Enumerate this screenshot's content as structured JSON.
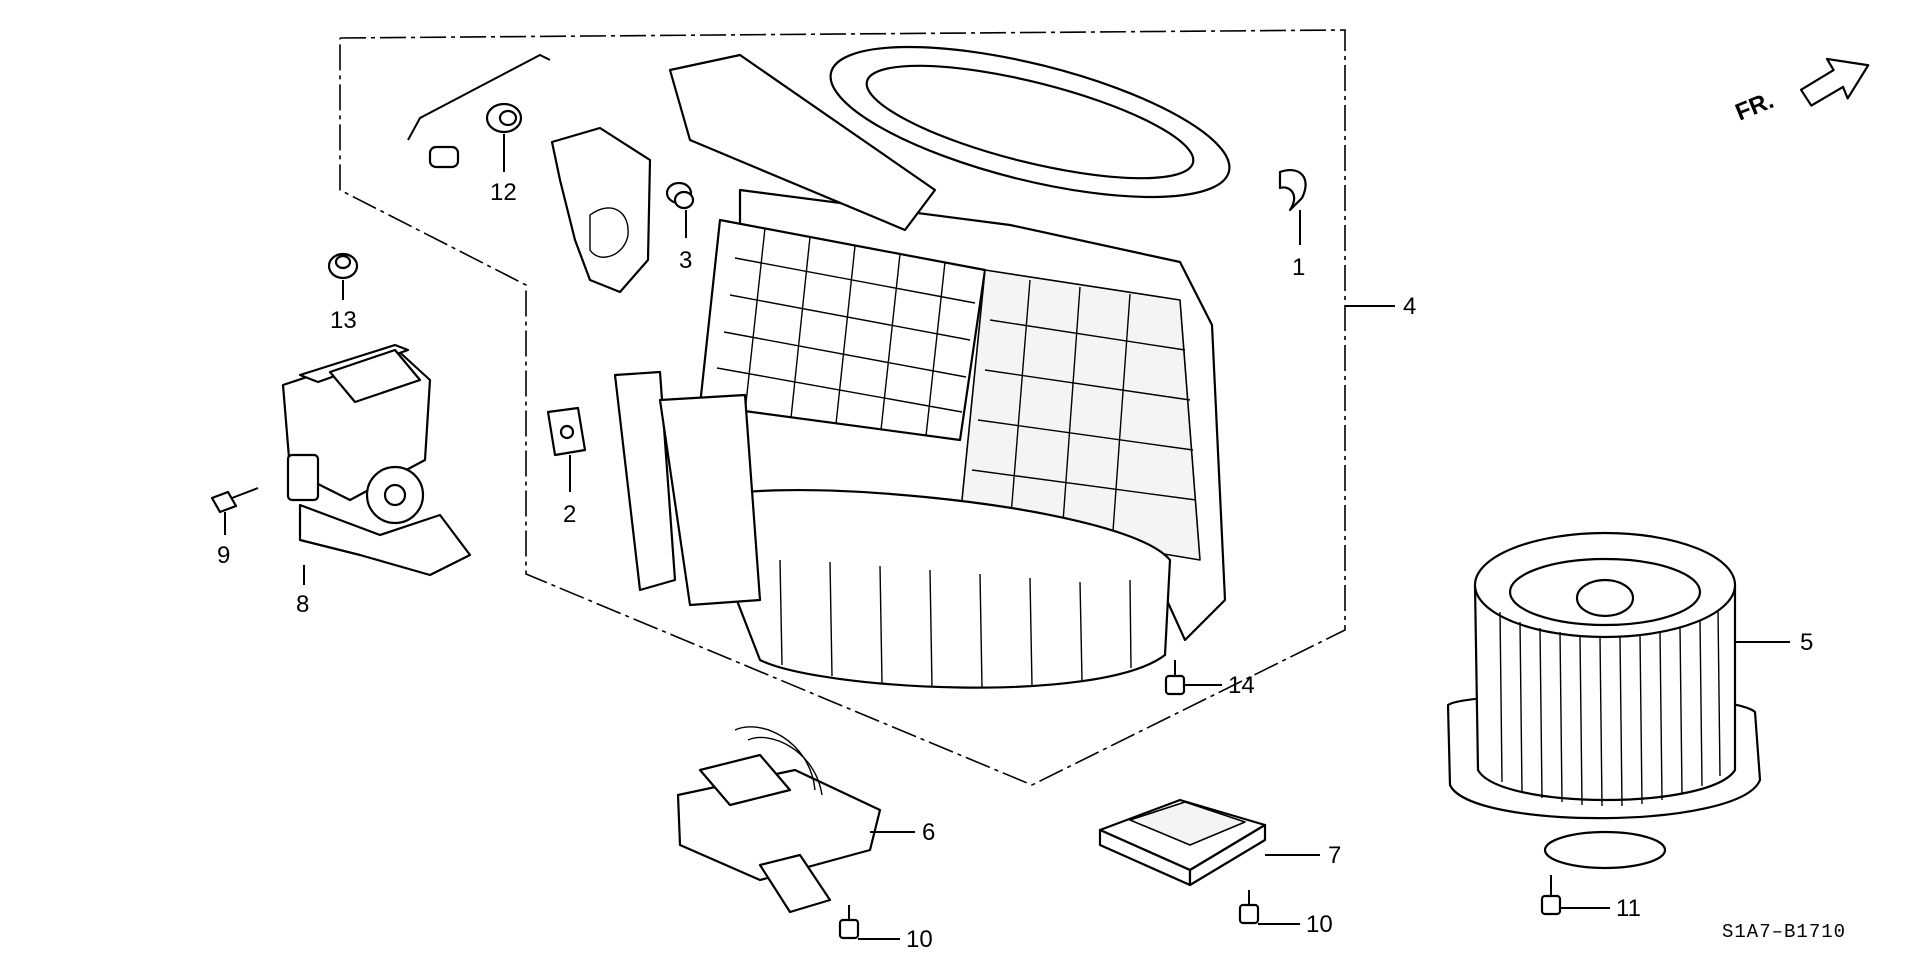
{
  "direction_indicator": {
    "label": "FR."
  },
  "diagram_code": "S1A7–B1710",
  "callouts": {
    "c1": "1",
    "c2": "2",
    "c3": "3",
    "c4": "4",
    "c5": "5",
    "c6": "6",
    "c7": "7",
    "c8": "8",
    "c9": "9",
    "c10a": "10",
    "c10b": "10",
    "c11": "11",
    "c12": "12",
    "c13": "13",
    "c14": "14"
  }
}
